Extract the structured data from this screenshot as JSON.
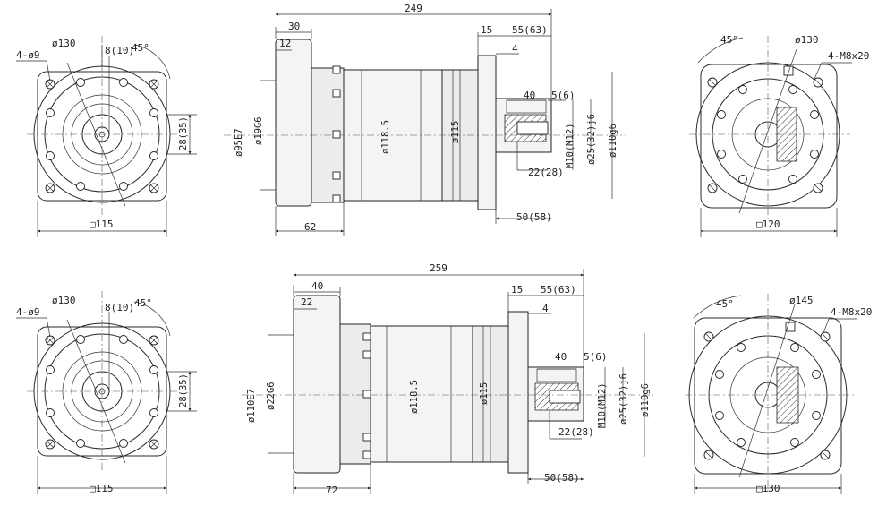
{
  "top": {
    "front": {
      "holes": "4-ø9",
      "bolt_circle": "ø130",
      "key": "8(10)",
      "angle": "45°",
      "shaft_height": "28(35)",
      "square": "□115"
    },
    "side": {
      "overall": "249",
      "flange_len": "30",
      "flange_thk": "12",
      "output_flange": "15",
      "shaft_len": "55(63)",
      "shoulder": "4",
      "key_len": "40",
      "key_end": "5(6)",
      "bore": "ø95E7",
      "input_shaft": "ø19G6",
      "body_dia": "ø118.5",
      "ring_dia": "ø115",
      "thread": "M10(M12)",
      "shaft_dia": "ø25(32)j6",
      "pilot": "ø110g6",
      "thread_depth": "22(28)",
      "shaft_total": "50(58)",
      "input_len": "62"
    },
    "rear": {
      "angle": "45°",
      "bolt_circle": "ø130",
      "holes": "4-M8x20",
      "square": "□120"
    }
  },
  "bottom": {
    "front": {
      "holes": "4-ø9",
      "bolt_circle": "ø130",
      "key": "8(10)",
      "angle": "45°",
      "shaft_height": "28(35)",
      "square": "□115"
    },
    "side": {
      "overall": "259",
      "flange_len": "40",
      "flange_thk": "22",
      "output_flange": "15",
      "shaft_len": "55(63)",
      "shoulder": "4",
      "key_len": "40",
      "key_end": "5(6)",
      "bore": "ø110E7",
      "input_shaft": "ø22G6",
      "body_dia": "ø118.5",
      "ring_dia": "ø115",
      "thread": "M10(M12)",
      "shaft_dia": "ø25(32)j6",
      "pilot": "ø110g6",
      "thread_depth": "22(28)",
      "shaft_total": "50(58)",
      "input_len": "72"
    },
    "rear": {
      "angle": "45°",
      "bolt_circle": "ø145",
      "holes": "4-M8x20",
      "square": "□130"
    }
  }
}
